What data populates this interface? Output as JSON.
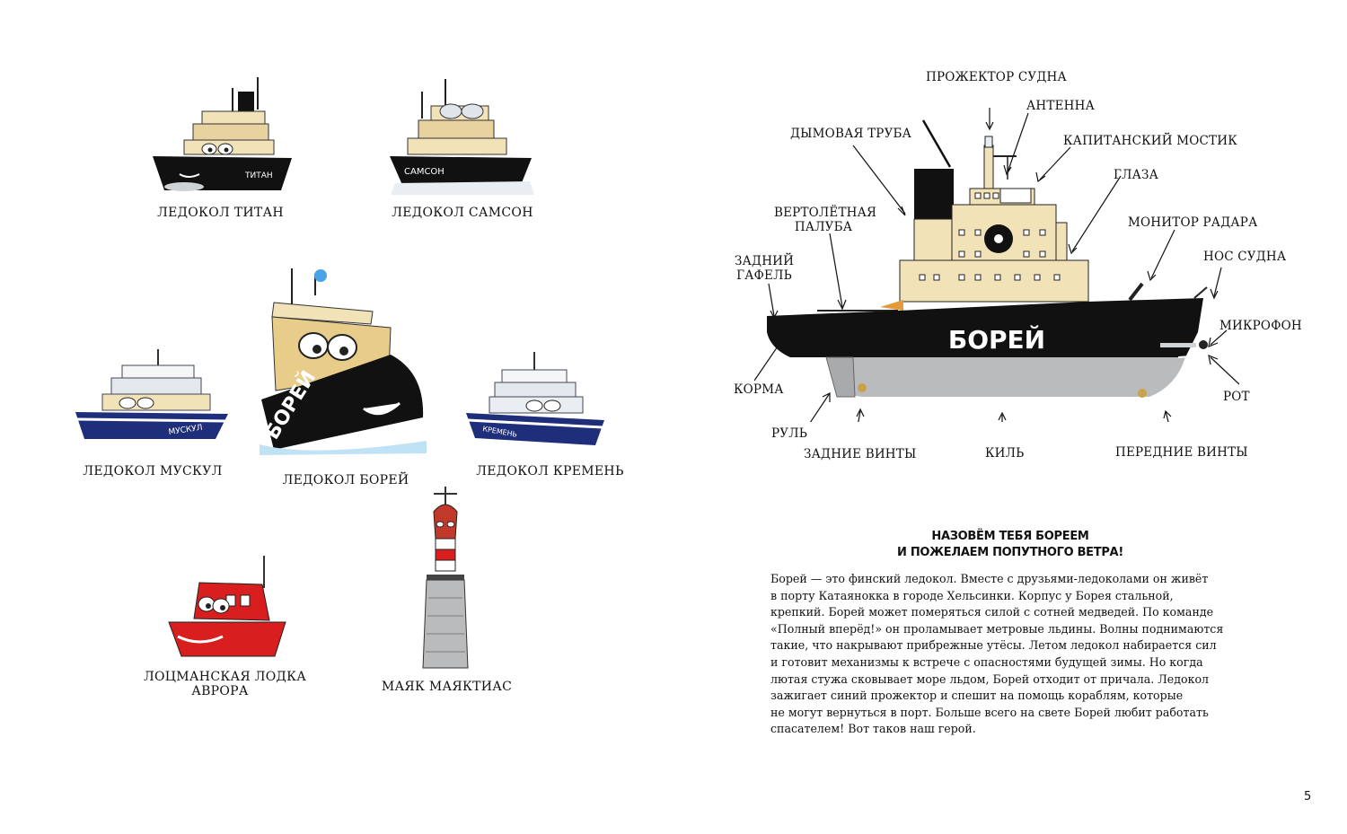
{
  "characters": [
    {
      "key": "titan",
      "caption": "ЛЕДОКОЛ  ТИТАН",
      "hull_text": "ТИТАН"
    },
    {
      "key": "samson",
      "caption": "ЛЕДОКОЛ  САМСОН",
      "hull_text": "САМСОН"
    },
    {
      "key": "muskul",
      "caption": "ЛЕДОКОЛ  МУСКУЛ",
      "hull_text": "МУСКУЛ"
    },
    {
      "key": "borey",
      "caption": "ЛЕДОКОЛ  БОРЕЙ",
      "hull_text": "БОРЕЙ"
    },
    {
      "key": "kremen",
      "caption": "ЛЕДОКОЛ  КРЕМЕНЬ",
      "hull_text": "КРЕМЕНЬ"
    },
    {
      "key": "avrora",
      "caption_line1": "ЛОЦМАНСКАЯ ЛОДКА",
      "caption_line2": "АВРОРА"
    },
    {
      "key": "mayak",
      "caption": "МАЯК МАЯКТИАС"
    }
  ],
  "diagram": {
    "ship_name": "БОРЕЙ",
    "labels": {
      "projector": "ПРОЖЕКТОР СУДНА",
      "antenna": "АНТЕННА",
      "funnel": "ДЫМОВАЯ ТРУБА",
      "bridge": "КАПИТАНСКИЙ МОСТИК",
      "eyes": "ГЛАЗА",
      "helideck_1": "ВЕРТОЛЁТНАЯ",
      "helideck_2": "ПАЛУБА",
      "radar": "МОНИТОР РАДАРА",
      "gaff_1": "ЗАДНИЙ",
      "gaff_2": "ГАФЕЛЬ",
      "bow": "НОС СУДНА",
      "microphone": "МИКРОФОН",
      "stern": "КОРМА",
      "mouth": "РОТ",
      "rudder": "РУЛЬ",
      "rear_screws": "ЗАДНИЕ ВИНТЫ",
      "keel": "КИЛЬ",
      "front_screws": "ПЕРЕДНИЕ ВИНТЫ"
    }
  },
  "article": {
    "heading_line1": "НАЗОВЁМ ТЕБЯ БОРЕЕМ",
    "heading_line2": "И ПОЖЕЛАЕМ ПОПУТНОГО ВЕТРА!",
    "lines": [
      "Борей — это финский ледокол. Вместе с друзьями-ледоколами он живёт",
      "в порту Катаянокка в городе Хельсинки. Корпус у Борея стальной,",
      "крепкий. Борей может померяться силой с сотней медведей. По команде",
      "«Полный вперёд!» он проламывает метровые льдины. Волны поднимаются",
      "такие, что накрывают прибрежные утёсы. Летом ледокол набирается сил",
      "и готовит механизмы к встрече с опасностями будущей зимы. Но когда",
      "лютая стужа сковывает море льдом, Борей отходит от причала. Ледокол",
      "зажигает синий прожектор и спешит на помощь кораблям, которые",
      "не могут вернуться в порт. Больше всего на свете Борей любит работать",
      "спасателем! Вот таков наш герой."
    ]
  },
  "page_number": "5",
  "colors": {
    "hull_black": "#111111",
    "superstructure_cream": "#f1e2b8",
    "underwater_gray": "#b9bbbd",
    "boat_red": "#d81e1e",
    "hull_blue": "#1f2e7a"
  }
}
